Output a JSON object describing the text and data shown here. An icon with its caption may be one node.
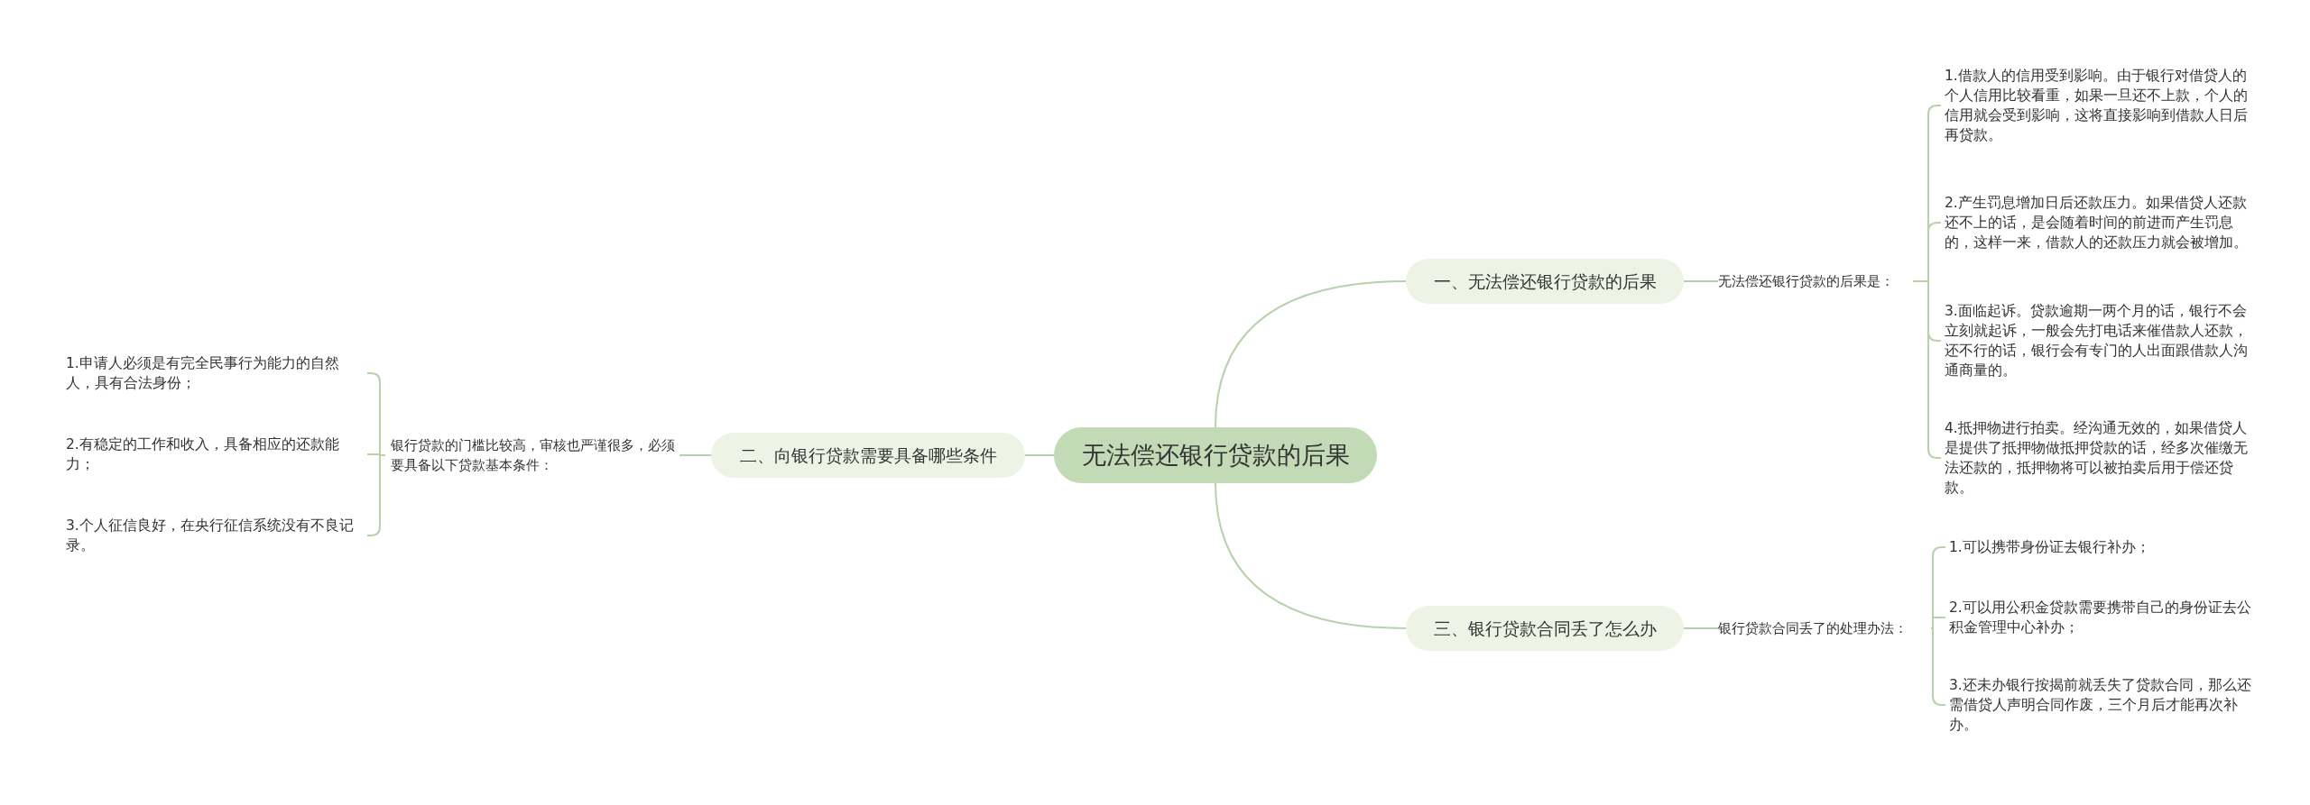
{
  "diagram": {
    "nodes": [
      {
        "text": [
          "无法偿还银行贷款的后果"
        ]
      },
      {
        "text": [
          "一、无法偿还银行贷款的后果"
        ]
      },
      {
        "text": [
          "无法偿还银行贷款的后果是："
        ]
      },
      {
        "text": [
          "1.借款人的信用受到影响。由于银行对借贷人的个人信用比较看重，如果一旦还不上款，个人的信用就会受到影响，这将直接影响到借款人日后再贷款。"
        ]
      },
      {
        "text": [
          "2.产生罚息增加日后还款压力。如果借贷人还款还不上的话，是会随着时间的前进而产生罚息的，这样一来，借款人的还款压力就会被增加。"
        ]
      },
      {
        "text": [
          "3.面临起诉。贷款逾期一两个月的话，银行不会立刻就起诉，一般会先打电话来催借款人还款，还不行的话，银行会有专门的人出面跟借款人沟通商量的。"
        ]
      },
      {
        "text": [
          "4.抵押物进行拍卖。经沟通无效的，如果借贷人是提供了抵押物做抵押贷款的话，经多次催缴无法还款的，抵押物将可以被拍卖后用于偿还贷款。"
        ]
      },
      {
        "text": [
          "二、向银行贷款需要具备哪些条件"
        ]
      },
      {
        "text": [
          "银行贷款的门槛比较高，审核也严谨很多，必须要具备以下贷款基本条件："
        ]
      },
      {
        "text": [
          "1.申请人必须是有完全民事行为能力的自然人，具有合法身份；"
        ]
      },
      {
        "text": [
          "2.有稳定的工作和收入，具备相应的还款能力；"
        ]
      },
      {
        "text": [
          "3.个人征信良好，在央行征信系统没有不良记录。"
        ]
      },
      {
        "text": [
          "三、银行贷款合同丢了怎么办"
        ]
      },
      {
        "text": [
          "银行贷款合同丢了的处理办法："
        ]
      },
      {
        "text": [
          "1.可以携带身份证去银行补办；"
        ]
      },
      {
        "text": [
          "2.可以用公积金贷款需要携带自己的身份证去公积金管理中心补办；"
        ]
      },
      {
        "text": [
          "3.还未办银行按揭前就丢失了贷款合同，那么还需借贷人声明合同作废，三个月后才能再次补办。"
        ]
      }
    ],
    "edges": [
      {
        "from": 0,
        "to": 1,
        "arrow": "none"
      },
      {
        "from": 1,
        "to": 2,
        "arrow": "none"
      },
      {
        "from": 2,
        "to": 3,
        "arrow": "none"
      },
      {
        "from": 2,
        "to": 4,
        "arrow": "none"
      },
      {
        "from": 2,
        "to": 5,
        "arrow": "none"
      },
      {
        "from": 2,
        "to": 6,
        "arrow": "none"
      },
      {
        "from": 0,
        "to": 7,
        "arrow": "none"
      },
      {
        "from": 7,
        "to": 8,
        "arrow": "none"
      },
      {
        "from": 8,
        "to": 9,
        "arrow": "none"
      },
      {
        "from": 8,
        "to": 10,
        "arrow": "none"
      },
      {
        "from": 8,
        "to": 11,
        "arrow": "none"
      },
      {
        "from": 0,
        "to": 12,
        "arrow": "none"
      },
      {
        "from": 12,
        "to": 13,
        "arrow": "none"
      },
      {
        "from": 13,
        "to": 14,
        "arrow": "none"
      },
      {
        "from": 13,
        "to": 15,
        "arrow": "none"
      },
      {
        "from": 13,
        "to": 16,
        "arrow": "none"
      }
    ]
  }
}
